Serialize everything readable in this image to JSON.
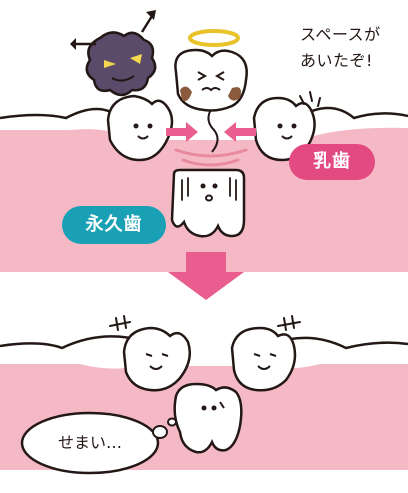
{
  "speech_bubble": {
    "text": "スペースが\nあいたぞ!"
  },
  "labels": {
    "baby_tooth": "乳歯",
    "permanent_tooth": "永久歯"
  },
  "thought_bubble": {
    "text": "せまい…"
  },
  "colors": {
    "gum": "#f5b9c5",
    "gum_line": "#e8899e",
    "baby_badge": "#e34a82",
    "permanent_badge": "#1aa0b4",
    "arrow": "#e95d8f",
    "outline": "#231815",
    "germ": "#5b4a6a"
  }
}
